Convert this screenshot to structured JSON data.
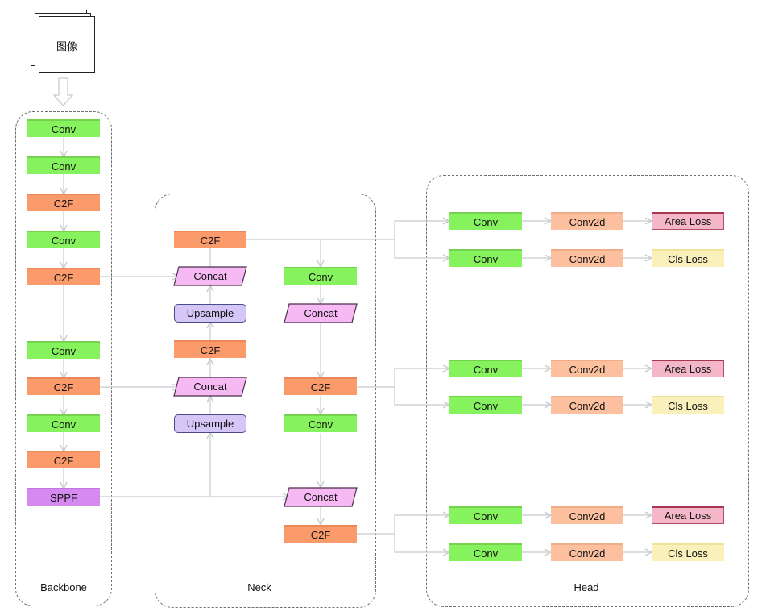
{
  "input": {
    "label": "图像"
  },
  "groups": {
    "backbone": "Backbone",
    "neck": "Neck",
    "head": "Head"
  },
  "backbone": [
    "Conv",
    "Conv",
    "C2F",
    "Conv",
    "C2F",
    "Conv",
    "C2F",
    "Conv",
    "C2F",
    "SPPF"
  ],
  "neck": {
    "left": [
      "C2F",
      "Concat",
      "Upsample",
      "C2F",
      "Concat",
      "Upsample"
    ],
    "right": [
      "Conv",
      "Concat",
      "C2F",
      "Conv",
      "Concat",
      "C2F"
    ]
  },
  "head": {
    "rows": [
      [
        "Conv",
        "Conv2d",
        "Area Loss"
      ],
      [
        "Conv",
        "Conv2d",
        "Cls Loss"
      ],
      [
        "Conv",
        "Conv2d",
        "Area Loss"
      ],
      [
        "Conv",
        "Conv2d",
        "Cls Loss"
      ],
      [
        "Conv",
        "Conv2d",
        "Area Loss"
      ],
      [
        "Conv",
        "Conv2d",
        "Cls Loss"
      ]
    ]
  },
  "colors": {
    "conv": "#86f25e",
    "c2f": "#fb9b6c",
    "sppf": "#d58af0",
    "concat": "#f7b9f3",
    "upsample": "#d4c7f7",
    "conv2d": "#fcc09f",
    "area_loss": "#f4b6c9",
    "cls_loss": "#f9f0bb",
    "arrow": "#c8ccd0"
  }
}
